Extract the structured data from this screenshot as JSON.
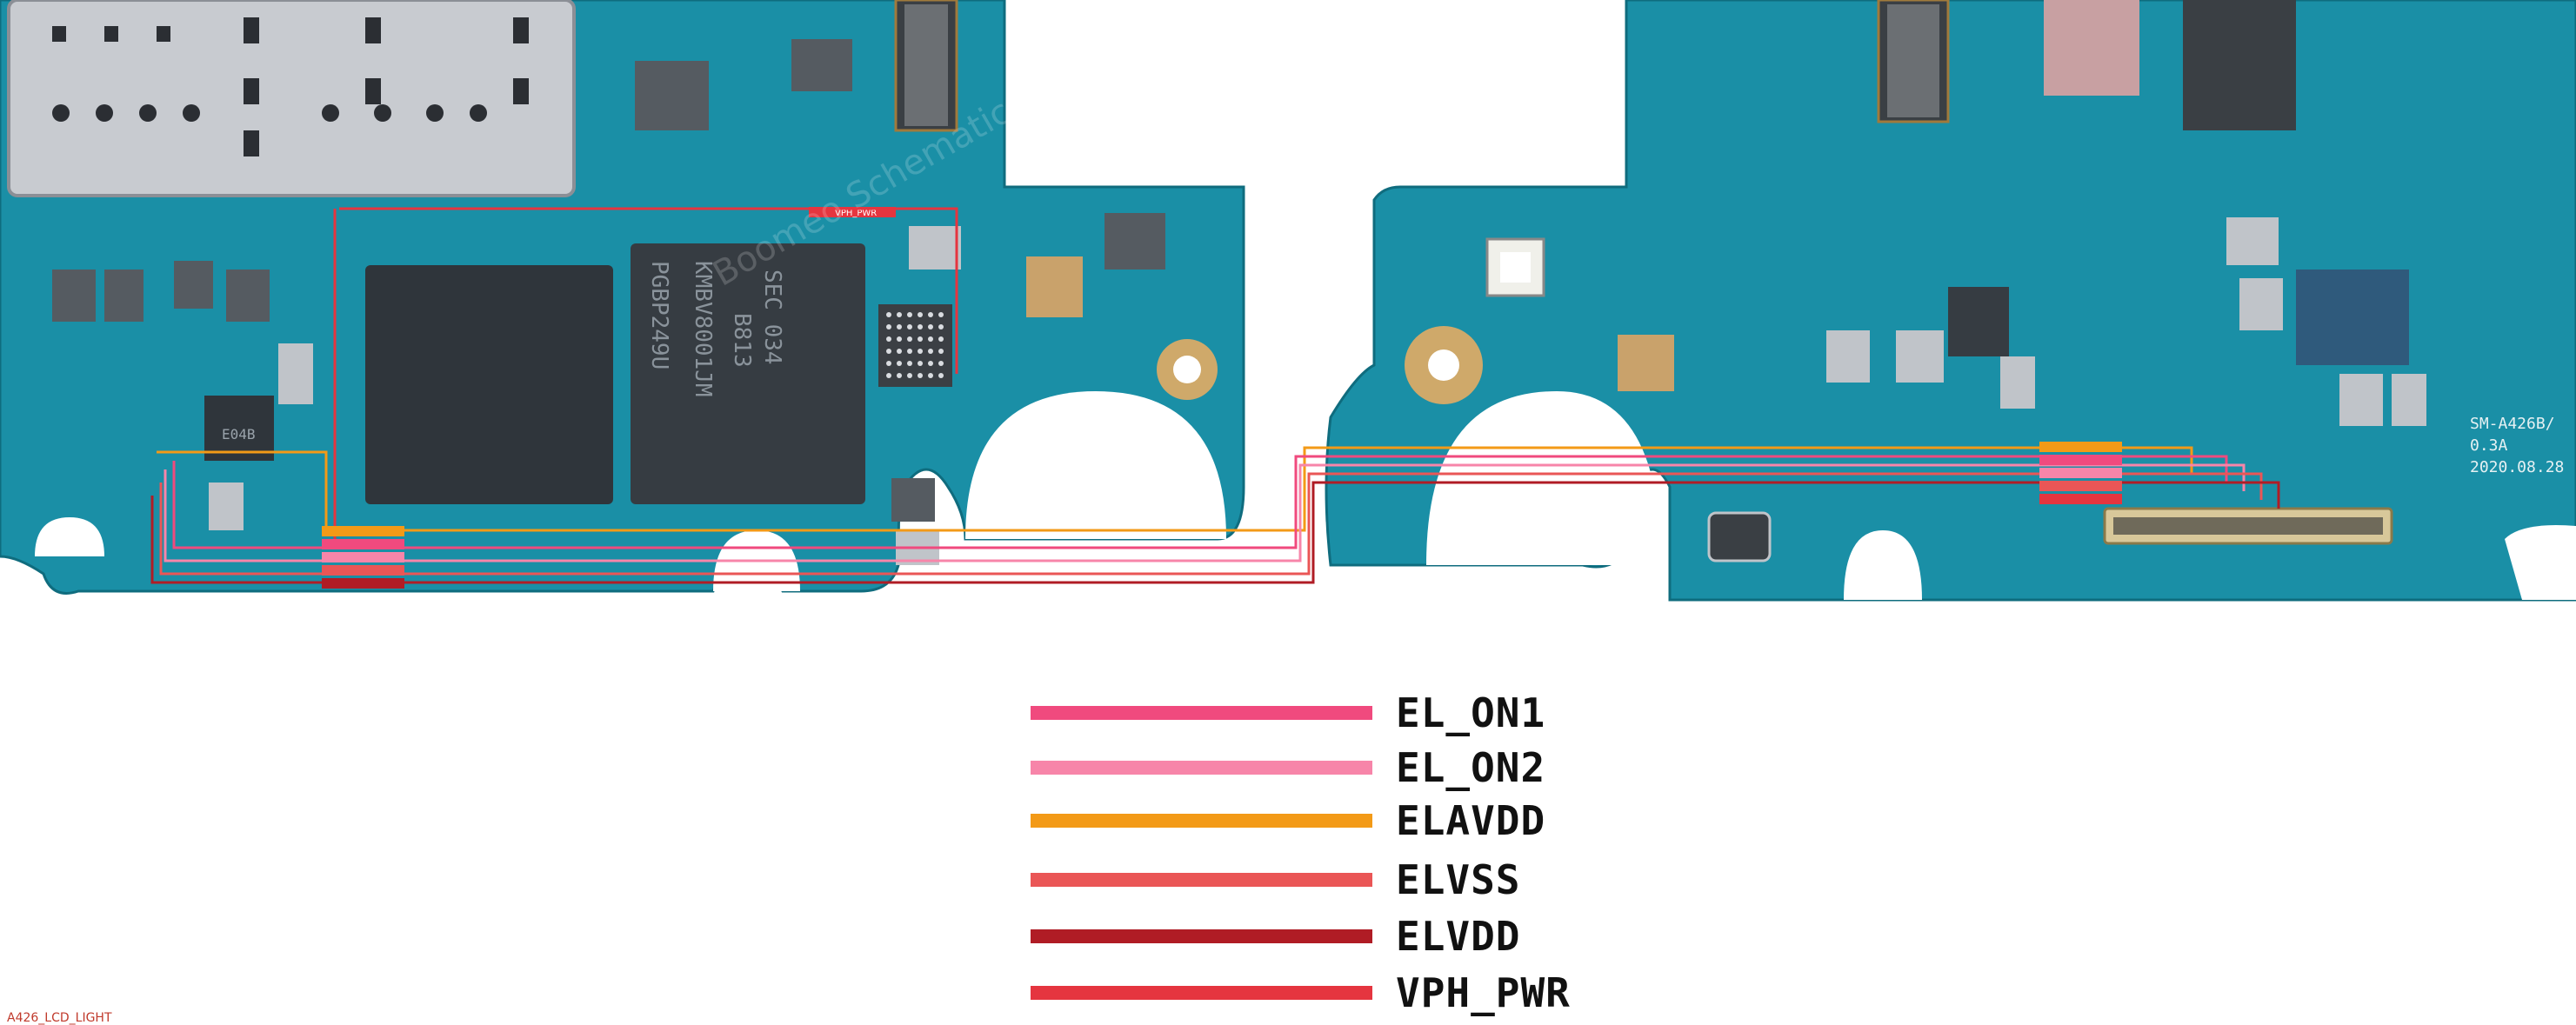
{
  "board": {
    "chip_labels": {
      "main_soc_line1": "SEC 034",
      "main_soc_line2": "B813",
      "main_soc_line3": "KMBV8001JM",
      "main_soc_line4": "PGBP249U",
      "pmic_label": "E04B",
      "board_id_line1": "SM-A426B/",
      "board_id_line2": "0.3A",
      "board_id_line3": "2020.08.28",
      "signal_tag": "VPH_PWR",
      "watermark": "Boomeo Schematics"
    }
  },
  "legend": {
    "items": [
      {
        "label": "EL_ON1",
        "color": "#f04a7e"
      },
      {
        "label": "EL_ON2",
        "color": "#f785a9"
      },
      {
        "label": "ELAVDD",
        "color": "#f39a17"
      },
      {
        "label": "ELVSS",
        "color": "#ea5656"
      },
      {
        "label": "ELVDD",
        "color": "#b01c25"
      },
      {
        "label": "VPH_PWR",
        "color": "#e5353f"
      }
    ]
  },
  "footer": {
    "note": "A426_LCD_LIGHT"
  }
}
